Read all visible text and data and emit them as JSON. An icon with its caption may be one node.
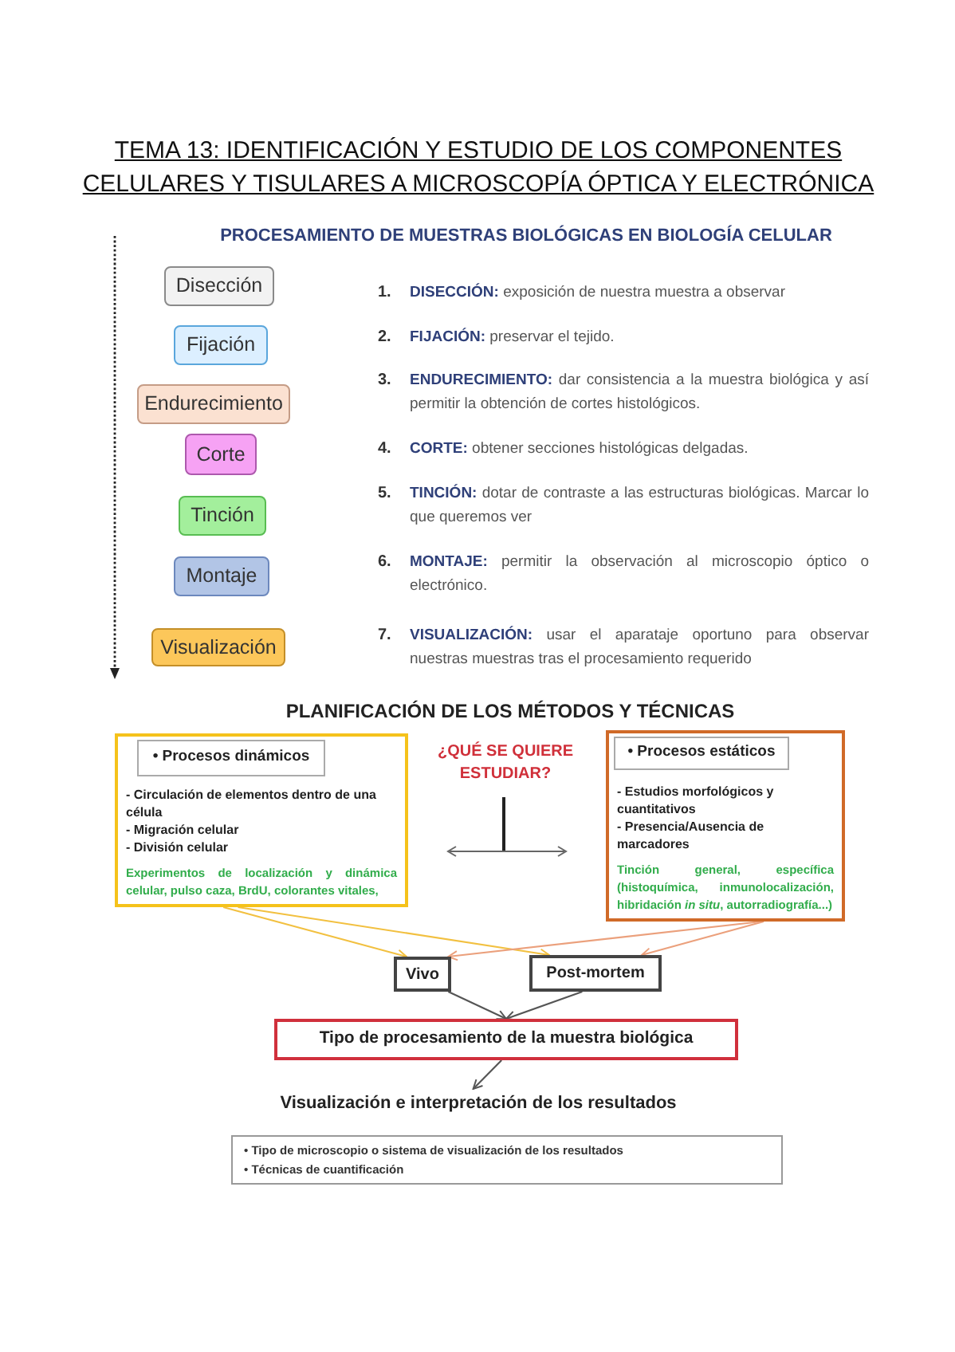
{
  "diagram": {
    "title": "TEMA 13: IDENTIFICACIÓN Y ESTUDIO DE LOS COMPONENTES CELULARES Y TISULARES A MICROSCOPÍA ÓPTICA Y ELECTRÓNICA",
    "nodes": [
      {
        "text": [
          "Disección"
        ]
      },
      {
        "text": [
          "Fijación"
        ]
      },
      {
        "text": [
          "Endurecimiento"
        ]
      },
      {
        "text": [
          "Corte"
        ]
      },
      {
        "text": [
          "Tinción"
        ]
      },
      {
        "text": [
          "Montaje"
        ]
      },
      {
        "text": [
          "Visualización"
        ]
      },
      {
        "text": [
          "- Circulación de elementos dentro de una célula",
          "- Migración celular",
          "- División celular",
          "Experimentos de localización y dinámica celular, pulso caza, BrdU, colorantes vitales,"
        ]
      },
      {
        "text": [
          "• Procesos dinámicos"
        ],
        "in": 7
      },
      {
        "text": [
          "- Estudios morfológicos y cuantitativos",
          "- Presencia/Ausencia de marcadores",
          "Tinción general, específica (histoquímica, inmunolocalización, hibridación *in situ*, autorradiografía...)"
        ]
      },
      {
        "text": [
          "• Procesos estáticos"
        ],
        "in": 9
      },
      {
        "text": [
          "Vivo"
        ]
      },
      {
        "text": [
          "Post-mortem"
        ]
      },
      {
        "text": [
          "Tipo de procesamiento de la muestra biológica"
        ]
      },
      {
        "text": [
          "Visualización e interpretación de los resultados"
        ]
      },
      {
        "text": [
          "• Tipo de microscopio o sistema de visualización de los resultados",
          "• Técnicas de cuantificación"
        ]
      }
    ],
    "edges": [
      {
        "from": 7,
        "to": 11,
        "arrow": "to",
        "color": "#f2c040"
      },
      {
        "from": 7,
        "to": 12,
        "arrow": "to",
        "color": "#f2c040"
      },
      {
        "from": 9,
        "to": 11,
        "arrow": "to",
        "color": "#eba07c"
      },
      {
        "from": 9,
        "to": 12,
        "arrow": "to",
        "color": "#eba07c"
      },
      {
        "from": 11,
        "to": 13,
        "arrow": "to"
      },
      {
        "from": 12,
        "to": 13,
        "arrow": "to"
      },
      {
        "from": 13,
        "to": 14,
        "arrow": "to"
      }
    ],
    "labels": [
      "PROCESAMIENTO DE MUESTRAS BIOLÓGICAS EN BIOLOGÍA CELULAR",
      "1.",
      "**DISECCIÓN:** exposición de nuestra muestra a observar",
      "2.",
      "**FIJACIÓN:** preservar el tejido.",
      "3.",
      "**ENDURECIMIENTO:** dar consistencia a la muestra biológica y así permitir la obtención de cortes histológicos.",
      "4.",
      "**CORTE:** obtener secciones histológicas delgadas.",
      "5.",
      "**TINCIÓN:** dotar de contraste a las estructuras biológicas. Marcar lo que queremos ver",
      "6.",
      "**MONTAJE:** permitir la observación al microscopio óptico o electrónico.",
      "7.",
      "**VISUALIZACIÓN:** usar el aparataje oportuno para observar nuestras muestras tras el procesamiento requerido",
      "PLANIFICACIÓN DE LOS MÉTODOS Y TÉCNICAS",
      "¿QUÉ SE QUIERE ESTUDIAR?"
    ]
  }
}
